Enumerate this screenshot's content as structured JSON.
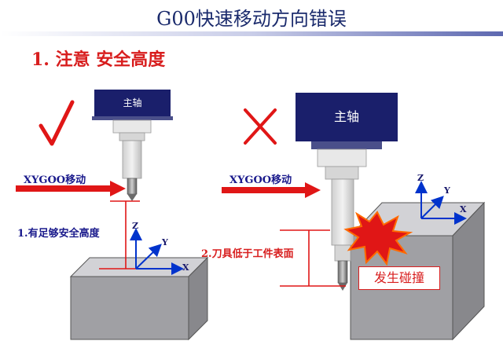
{
  "slide": {
    "title": "G00快速移动方向错误",
    "heading": "1. 注意 安全高度"
  },
  "left_panel": {
    "spindle_label": "主轴",
    "move_label": "XYGOO移动",
    "note": "1.有足够安全高度",
    "mark_icon": "check-mark-icon",
    "axes": {
      "z": "Z",
      "y": "Y",
      "x": "X"
    }
  },
  "right_panel": {
    "spindle_label": "主轴",
    "move_label": "XYGOO移动",
    "note": "2.刀具低于工件表面",
    "collision_label": "发生碰撞",
    "mark_icon": "cross-mark-icon",
    "axes": {
      "z": "Z",
      "y": "Y",
      "x": "X"
    }
  },
  "colors": {
    "title": "#1a2a6c",
    "accent_red": "#d81e1e",
    "spindle_navy": "#1a1f6b",
    "axis_blue": "#0033cc",
    "block_grey": "#a0a0a4"
  }
}
